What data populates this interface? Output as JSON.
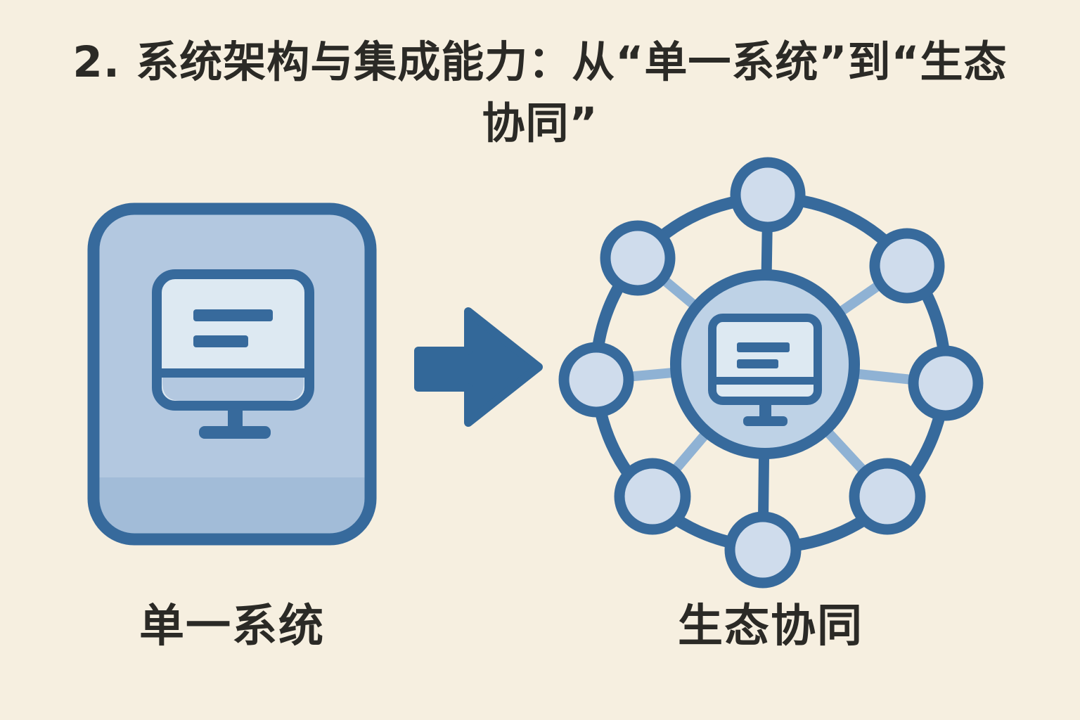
{
  "title": {
    "line1": "2. 系统架构与集成能力：从“单一系统”到“生态",
    "line2": "协同”"
  },
  "diagram": {
    "left": {
      "label": "单一系统",
      "icon": "desktop-monitor-icon"
    },
    "arrow": {
      "icon": "right-arrow-icon",
      "direction": "right"
    },
    "right": {
      "label": "生态协同",
      "icon": "ecosystem-network-icon",
      "hub_icon": "desktop-monitor-icon",
      "outer_node_count": 8
    }
  },
  "colors": {
    "background": "#f6efe0",
    "stroke_dark": "#376a9c",
    "card_fill": "#b3c8e0",
    "card_fill_bottom": "#a2bcd8",
    "screen_fill": "#dde9f2",
    "node_fill": "#cfdcec",
    "central_fill": "#bed2e6",
    "spoke_light": "#8fb2d4",
    "arrow_fill": "#336899",
    "text_color": "#2b2a26"
  }
}
